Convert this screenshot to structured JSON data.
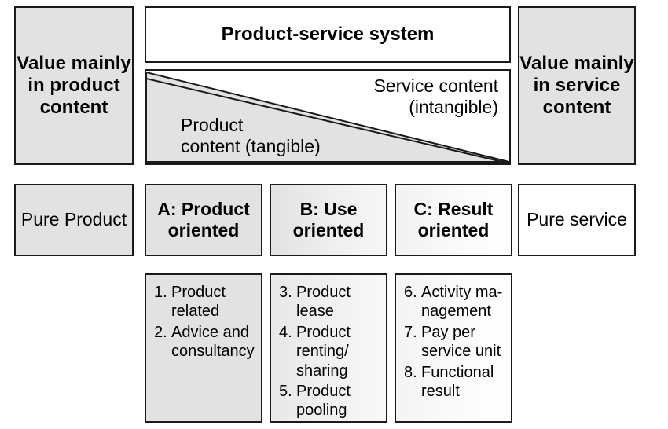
{
  "diagram": {
    "top_row": {
      "left_box": "Value mainly in product content",
      "center_header": "Product-service system",
      "right_box": "Value mainly in service content"
    },
    "wedge": {
      "service_label_line1": "Service content",
      "service_label_line2": "(intangible)",
      "product_label_line1": "Product",
      "product_label_line2": "content (tangible)"
    },
    "categories": {
      "pure_product": "Pure Product",
      "a": "A: Product oriented",
      "b": "B: Use oriented",
      "c": "C: Result oriented",
      "pure_service": "Pure service"
    },
    "lists": {
      "a": [
        {
          "num": "1.",
          "text": "Product related"
        },
        {
          "num": "2.",
          "text": "Advice and consultancy"
        }
      ],
      "b": [
        {
          "num": "3.",
          "text": "Product lease"
        },
        {
          "num": "4.",
          "text": "Product renting/ sharing"
        },
        {
          "num": "5.",
          "text": "Product pooling"
        }
      ],
      "c": [
        {
          "num": "6.",
          "text": "Activity ma-nagement"
        },
        {
          "num": "7.",
          "text": "Pay per service unit"
        },
        {
          "num": "8.",
          "text": "Functional result"
        }
      ]
    },
    "colors": {
      "border": "#1a1a1a",
      "fill_gray": "#e2e2e2",
      "fill_white": "#ffffff"
    }
  }
}
